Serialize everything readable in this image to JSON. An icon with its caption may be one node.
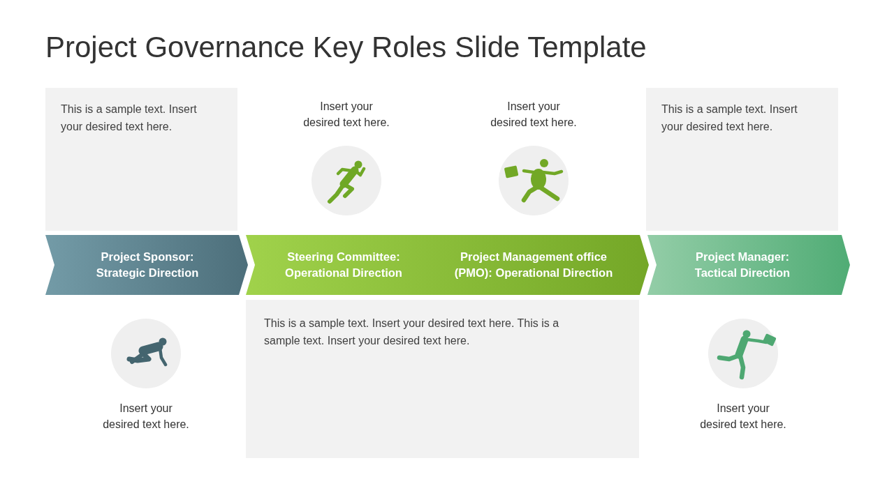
{
  "diagram": {
    "title": "Project Governance Key Roles Slide Template",
    "nodes": [
      {
        "text": [
          "This is a sample text. Insert your desired text here."
        ]
      },
      {
        "text": [
          "This is a sample text. Insert your desired text here."
        ]
      },
      {
        "text": [
          "Project Sponsor: Strategic Direction"
        ]
      },
      {
        "text": [
          "Steering Committee: Operational Direction",
          "Project Management office (PMO): Operational Direction"
        ]
      },
      {
        "text": [
          "Project Manager: Tactical Direction"
        ]
      },
      {
        "text": [
          "This is a sample text. Insert your desired text here. This is a sample text. Insert your desired text here."
        ]
      }
    ],
    "labels": [
      "Insert your desired text here.",
      "Insert your desired text here.",
      "Insert your desired text here.",
      "Insert your desired text here."
    ]
  }
}
